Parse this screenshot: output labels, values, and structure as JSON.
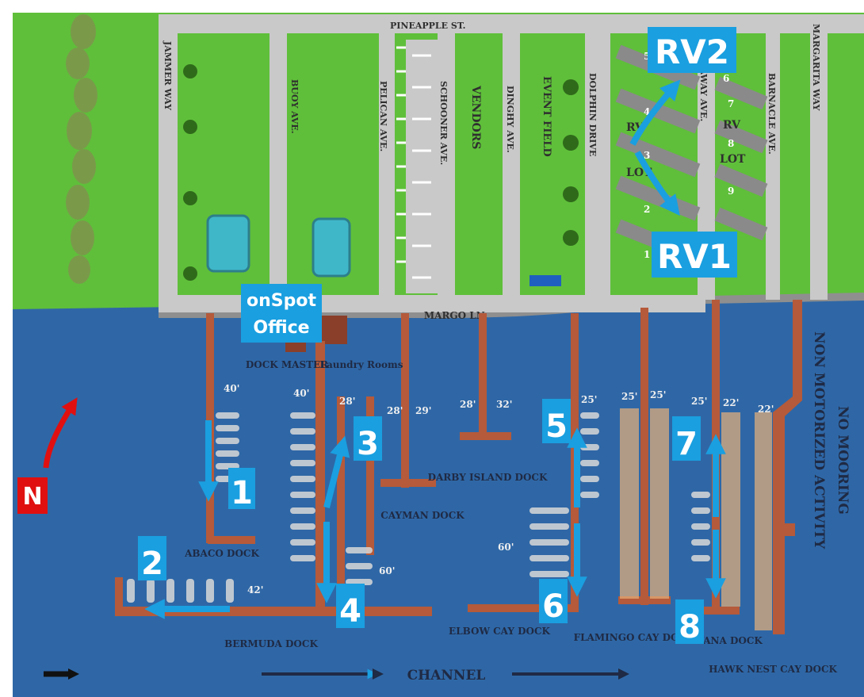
{
  "map": {
    "colors": {
      "grass": "#5fbf3a",
      "grass_dark": "#3f9a2a",
      "road": "#c9c9c9",
      "water": "#2f67a6",
      "water_dark": "#245590",
      "dock": "#b55a3a",
      "highlight": "#1a9fe0",
      "north_marker": "#e01010"
    },
    "streets": {
      "pineapple": "PINEAPPLE ST.",
      "jammer": "JAMMER WAY",
      "buoy": "BUOY AVE.",
      "pelican": "PELICAN AVE.",
      "schooner": "SCHOONER AVE.",
      "vendors": "VENDORS",
      "dinghy": "DINGHY AVE.",
      "event_field": "EVENT FIELD",
      "dolphin": "DOLPHIN DRIVE",
      "stowaway": "STOWAWAY AVE.",
      "barnacle": "BARNACLE AVE.",
      "margarita": "MARGARITA WAY",
      "margo": "MARGO LN."
    },
    "rv_lot": {
      "left": [
        "RV",
        "LOT"
      ],
      "right": [
        "RV",
        "LOT"
      ],
      "spots": [
        "1",
        "2",
        "3",
        "4",
        "5",
        "6",
        "7",
        "8",
        "9"
      ]
    },
    "docks": {
      "dock_master": "DOCK MASTER",
      "laundry": "Laundry Rooms",
      "abaco": "ABACO DOCK",
      "bermuda": "BERMUDA DOCK",
      "cayman": "CAYMAN DOCK",
      "darby": "DARBY ISLAND DOCK",
      "elbow": "ELBOW CAY DOCK",
      "flamingo": "FLAMINGO CAY DOCK",
      "tavana": "TAVANA DOCK",
      "hawk": "HAWK NEST CAY DOCK"
    },
    "sizes": {
      "s40a": "40'",
      "s40b": "40'",
      "s28a": "28'",
      "s28b": "28'",
      "s29": "29'",
      "s28c": "28'",
      "s32": "32'",
      "s25a": "25'",
      "s25b": "25'",
      "s25c": "25'",
      "s25d": "25'",
      "s22a": "22'",
      "s22b": "22'",
      "s60a": "60'",
      "s60b": "60'",
      "s42": "42'"
    },
    "channel": "CHANNEL",
    "no_mooring": [
      "NO MOORING",
      "NON MOTORIZED ACTIVITY"
    ],
    "office": [
      "onSpot",
      "Office"
    ],
    "north": "N",
    "routes": {
      "rv2": "RV2",
      "rv1": "RV1",
      "r1": "1",
      "r2": "2",
      "r3": "3",
      "r4": "4",
      "r5": "5",
      "r6": "6",
      "r7": "7",
      "r8": "8"
    }
  }
}
